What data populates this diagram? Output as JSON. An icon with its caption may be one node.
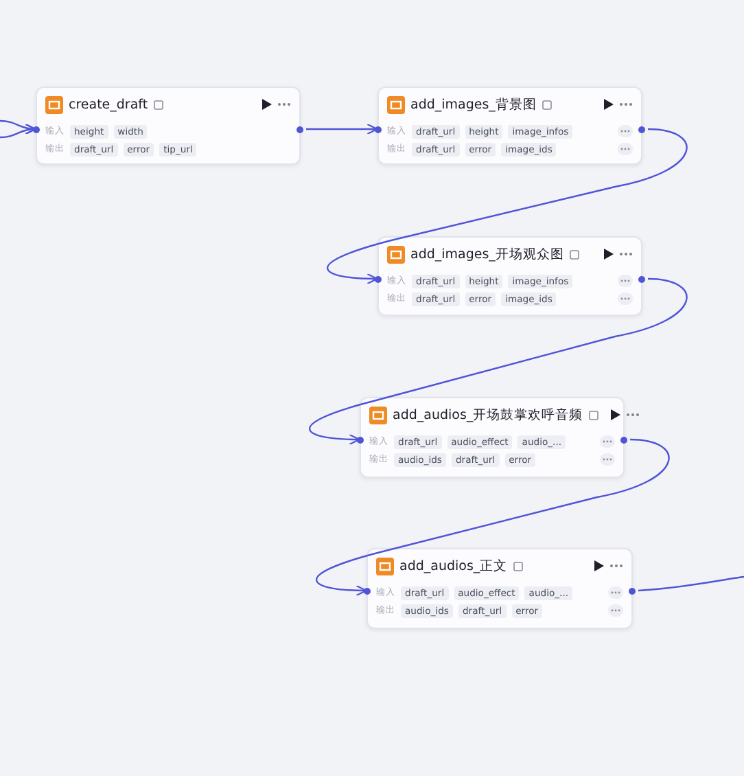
{
  "diagram": {
    "nodes": [
      {
        "text": [
          "create_draft",
          "输入",
          "height",
          "width",
          "输出",
          "draft_url",
          "error",
          "tip_url"
        ]
      },
      {
        "text": [
          "add_images_背景图",
          "输入",
          "draft_url",
          "height",
          "image_infos",
          "输出",
          "draft_url",
          "error",
          "image_ids"
        ]
      },
      {
        "text": [
          "add_images_开场观众图",
          "输入",
          "draft_url",
          "height",
          "image_infos",
          "输出",
          "draft_url",
          "error",
          "image_ids"
        ]
      },
      {
        "text": [
          "add_audios_开场鼓掌欢呼音频",
          "输入",
          "draft_url",
          "audio_effect",
          "audio_...",
          "输出",
          "audio_ids",
          "draft_url",
          "error"
        ]
      },
      {
        "text": [
          "add_audios_正文",
          "输入",
          "draft_url",
          "audio_effect",
          "audio_...",
          "输出",
          "audio_ids",
          "draft_url",
          "error"
        ]
      }
    ],
    "edges": [
      {
        "from": null,
        "to": 0,
        "arrow": "to"
      },
      {
        "from": null,
        "to": 0,
        "arrow": "to"
      },
      {
        "from": 0,
        "to": 1,
        "arrow": "to"
      },
      {
        "from": 1,
        "to": 2,
        "arrow": "to"
      },
      {
        "from": 2,
        "to": 3,
        "arrow": "to"
      },
      {
        "from": 3,
        "to": 4,
        "arrow": "to"
      },
      {
        "from": 4,
        "to": null,
        "arrow": "none"
      }
    ]
  }
}
